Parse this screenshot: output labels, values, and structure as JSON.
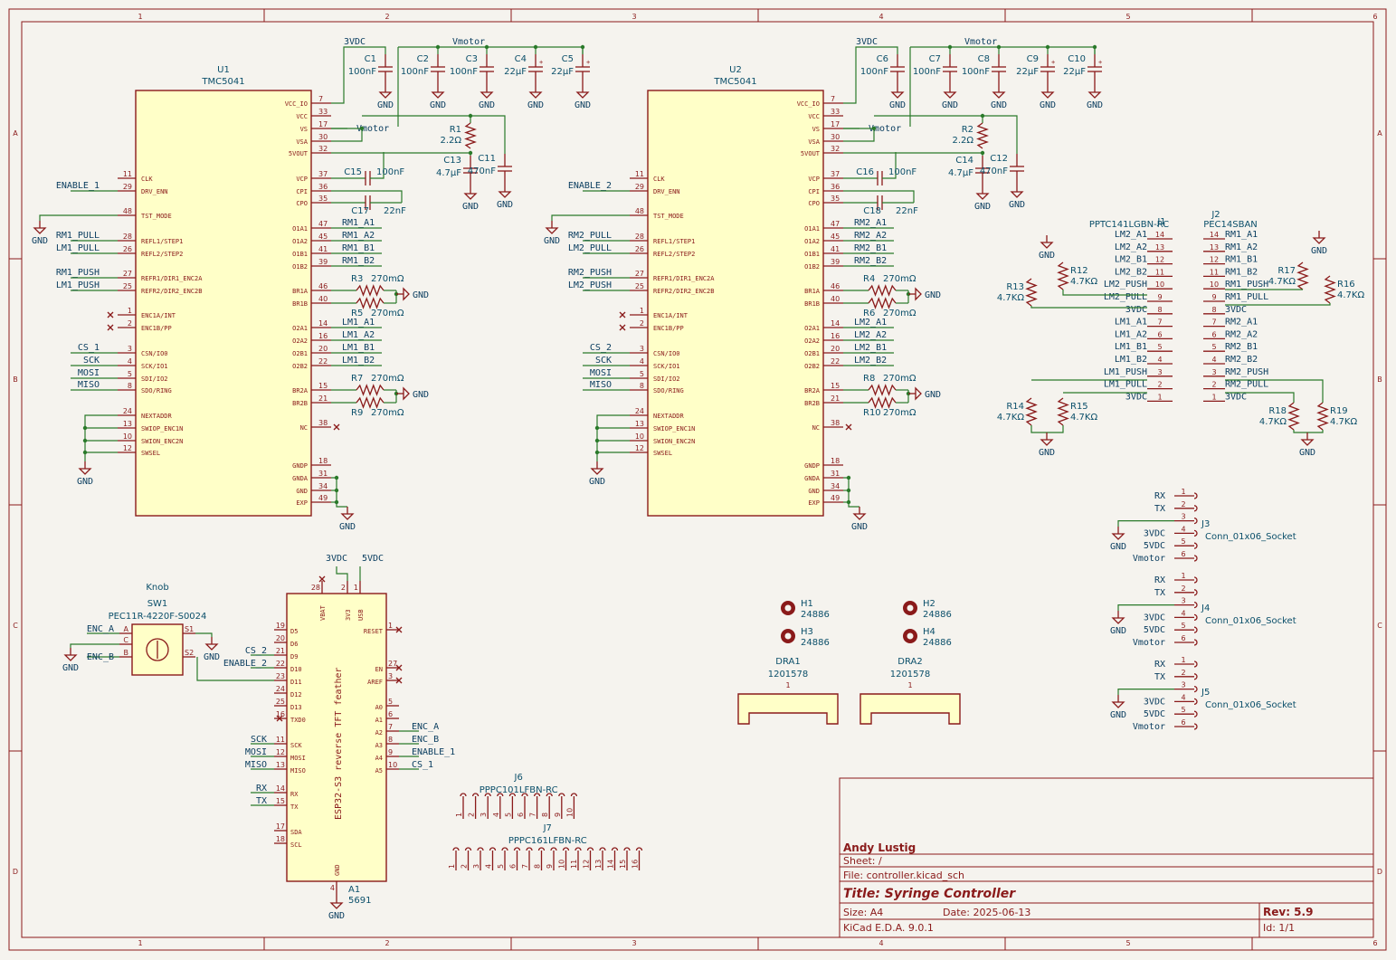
{
  "title_block": {
    "author": "Andy Lustig",
    "sheet_label": "Sheet: /",
    "file_label": "File: controller.kicad_sch",
    "title_label": "Title: Syringe Controller",
    "size_label": "Size: A4",
    "date_label": "Date: 2025-06-13",
    "rev_label": "Rev: 5.9",
    "tool_label": "KiCad E.D.A. 9.0.1",
    "id_label": "Id: 1/1"
  },
  "frame": {
    "cols": [
      "1",
      "2",
      "3",
      "4",
      "5",
      "6"
    ],
    "rows": [
      "A",
      "B",
      "C",
      "D"
    ]
  },
  "drivers": [
    {
      "ref": "U1",
      "value": "TMC5041",
      "power_net": "3VDC",
      "motor_net": "Vmotor",
      "vs_net": "Vmotor",
      "caps": [
        {
          "ref": "C1",
          "value": "100nF",
          "gnd": "GND"
        },
        {
          "ref": "C2",
          "value": "100nF",
          "gnd": "GND"
        },
        {
          "ref": "C3",
          "value": "100nF",
          "gnd": "GND"
        },
        {
          "ref": "C4",
          "value": "22µF",
          "gnd": "GND"
        },
        {
          "ref": "C5",
          "value": "22µF",
          "gnd": "GND"
        }
      ],
      "r1": {
        "ref": "R1",
        "value": "2.2Ω"
      },
      "c13": {
        "ref": "C13",
        "value": "4.7µF"
      },
      "c11": {
        "ref": "C11",
        "value": "470nF"
      },
      "c15": {
        "ref": "C15",
        "value": "100nF"
      },
      "c17": {
        "ref": "C17",
        "value": "22nF"
      },
      "sense": [
        {
          "ref": "R3",
          "value": "270mΩ"
        },
        {
          "ref": "R5",
          "value": "270mΩ"
        },
        {
          "ref": "R7",
          "value": "270mΩ"
        },
        {
          "ref": "R9",
          "value": "270mΩ"
        }
      ],
      "left_pins": [
        {
          "num": "11",
          "name": "CLK",
          "net": ""
        },
        {
          "num": "29",
          "name": "DRV_ENN",
          "net": "ENABLE_1"
        },
        {
          "num": "48",
          "name": "TST_MODE",
          "net": ""
        },
        {
          "num": "28",
          "name": "REFL1/STEP1",
          "net": "RM1_PULL"
        },
        {
          "num": "26",
          "name": "REFL2/STEP2",
          "net": "LM1_PULL"
        },
        {
          "num": "27",
          "name": "REFR1/DIR1_ENC2A",
          "net": "RM1_PUSH"
        },
        {
          "num": "25",
          "name": "REFR2/DIR2_ENC2B",
          "net": "LM1_PUSH"
        },
        {
          "num": "1",
          "name": "ENC1A/INT",
          "net": ""
        },
        {
          "num": "2",
          "name": "ENC1B/PP",
          "net": ""
        },
        {
          "num": "3",
          "name": "CSN/IO0",
          "net": "CS_1"
        },
        {
          "num": "4",
          "name": "SCK/IO1",
          "net": "SCK"
        },
        {
          "num": "5",
          "name": "SDI/IO2",
          "net": "MOSI"
        },
        {
          "num": "8",
          "name": "SDO/RING",
          "net": "MISO"
        },
        {
          "num": "24",
          "name": "NEXTADDR",
          "net": ""
        },
        {
          "num": "13",
          "name": "SWIOP_ENC1N",
          "net": ""
        },
        {
          "num": "10",
          "name": "SWION_ENC2N",
          "net": ""
        },
        {
          "num": "12",
          "name": "SWSEL",
          "net": ""
        }
      ],
      "right_pins": [
        {
          "num": "7",
          "name": "VCC_IO",
          "net": ""
        },
        {
          "num": "33",
          "name": "VCC",
          "net": ""
        },
        {
          "num": "17",
          "name": "VS",
          "net": "Vmotor"
        },
        {
          "num": "30",
          "name": "VSA",
          "net": ""
        },
        {
          "num": "32",
          "name": "5VOUT",
          "net": ""
        },
        {
          "num": "37",
          "name": "VCP",
          "net": ""
        },
        {
          "num": "36",
          "name": "CPI",
          "net": ""
        },
        {
          "num": "35",
          "name": "CPO",
          "net": ""
        },
        {
          "num": "47",
          "name": "O1A1",
          "net": "RM1_A1"
        },
        {
          "num": "45",
          "name": "O1A2",
          "net": "RM1_A2"
        },
        {
          "num": "41",
          "name": "O1B1",
          "net": "RM1_B1"
        },
        {
          "num": "39",
          "name": "O1B2",
          "net": "RM1_B2"
        },
        {
          "num": "46",
          "name": "BR1A",
          "net": ""
        },
        {
          "num": "40",
          "name": "BR1B",
          "net": ""
        },
        {
          "num": "14",
          "name": "O2A1",
          "net": "LM1_A1"
        },
        {
          "num": "16",
          "name": "O2A2",
          "net": "LM1_A2"
        },
        {
          "num": "20",
          "name": "O2B1",
          "net": "LM1_B1"
        },
        {
          "num": "22",
          "name": "O2B2",
          "net": "LM1_B2"
        },
        {
          "num": "15",
          "name": "BR2A",
          "net": ""
        },
        {
          "num": "21",
          "name": "BR2B",
          "net": ""
        },
        {
          "num": "38",
          "name": "NC",
          "net": ""
        },
        {
          "num": "18",
          "name": "GNDP",
          "net": ""
        },
        {
          "num": "31",
          "name": "GNDA",
          "net": ""
        },
        {
          "num": "34",
          "name": "GND",
          "net": ""
        },
        {
          "num": "49",
          "name": "EXP",
          "net": ""
        }
      ]
    },
    {
      "ref": "U2",
      "value": "TMC5041",
      "power_net": "3VDC",
      "motor_net": "Vmotor",
      "vs_net": "Vmotor",
      "caps": [
        {
          "ref": "C6",
          "value": "100nF",
          "gnd": "GND"
        },
        {
          "ref": "C7",
          "value": "100nF",
          "gnd": "GND"
        },
        {
          "ref": "C8",
          "value": "100nF",
          "gnd": "GND"
        },
        {
          "ref": "C9",
          "value": "22µF",
          "gnd": "GND"
        },
        {
          "ref": "C10",
          "value": "22µF",
          "gnd": "GND"
        }
      ],
      "r1": {
        "ref": "R2",
        "value": "2.2Ω"
      },
      "c13": {
        "ref": "C14",
        "value": "4.7µF"
      },
      "c11": {
        "ref": "C12",
        "value": "470nF"
      },
      "c15": {
        "ref": "C16",
        "value": "100nF"
      },
      "c17": {
        "ref": "C18",
        "value": "22nF"
      },
      "sense": [
        {
          "ref": "R4",
          "value": "270mΩ"
        },
        {
          "ref": "R6",
          "value": "270mΩ"
        },
        {
          "ref": "R8",
          "value": "270mΩ"
        },
        {
          "ref": "R10",
          "value": "270mΩ"
        }
      ],
      "left_pins": [
        {
          "num": "11",
          "name": "CLK",
          "net": ""
        },
        {
          "num": "29",
          "name": "DRV_ENN",
          "net": "ENABLE_2"
        },
        {
          "num": "48",
          "name": "TST_MODE",
          "net": ""
        },
        {
          "num": "28",
          "name": "REFL1/STEP1",
          "net": "RM2_PULL"
        },
        {
          "num": "26",
          "name": "REFL2/STEP2",
          "net": "LM2_PULL"
        },
        {
          "num": "27",
          "name": "REFR1/DIR1_ENC2A",
          "net": "RM2_PUSH"
        },
        {
          "num": "25",
          "name": "REFR2/DIR2_ENC2B",
          "net": "LM2_PUSH"
        },
        {
          "num": "1",
          "name": "ENC1A/INT",
          "net": ""
        },
        {
          "num": "2",
          "name": "ENC1B/PP",
          "net": ""
        },
        {
          "num": "3",
          "name": "CSN/IO0",
          "net": "CS_2"
        },
        {
          "num": "4",
          "name": "SCK/IO1",
          "net": "SCK"
        },
        {
          "num": "5",
          "name": "SDI/IO2",
          "net": "MOSI"
        },
        {
          "num": "8",
          "name": "SDO/RING",
          "net": "MISO"
        },
        {
          "num": "24",
          "name": "NEXTADDR",
          "net": ""
        },
        {
          "num": "13",
          "name": "SWIOP_ENC1N",
          "net": ""
        },
        {
          "num": "10",
          "name": "SWION_ENC2N",
          "net": ""
        },
        {
          "num": "12",
          "name": "SWSEL",
          "net": ""
        }
      ],
      "right_pins": [
        {
          "num": "7",
          "name": "VCC_IO",
          "net": ""
        },
        {
          "num": "33",
          "name": "VCC",
          "net": ""
        },
        {
          "num": "17",
          "name": "VS",
          "net": "Vmotor"
        },
        {
          "num": "30",
          "name": "VSA",
          "net": ""
        },
        {
          "num": "32",
          "name": "5VOUT",
          "net": ""
        },
        {
          "num": "37",
          "name": "VCP",
          "net": ""
        },
        {
          "num": "36",
          "name": "CPI",
          "net": ""
        },
        {
          "num": "35",
          "name": "CPO",
          "net": ""
        },
        {
          "num": "47",
          "name": "O1A1",
          "net": "RM2_A1"
        },
        {
          "num": "45",
          "name": "O1A2",
          "net": "RM2_A2"
        },
        {
          "num": "41",
          "name": "O1B1",
          "net": "RM2_B1"
        },
        {
          "num": "39",
          "name": "O1B2",
          "net": "RM2_B2"
        },
        {
          "num": "46",
          "name": "BR1A",
          "net": ""
        },
        {
          "num": "40",
          "name": "BR1B",
          "net": ""
        },
        {
          "num": "14",
          "name": "O2A1",
          "net": "LM2_A1"
        },
        {
          "num": "16",
          "name": "O2A2",
          "net": "LM2_A2"
        },
        {
          "num": "20",
          "name": "O2B1",
          "net": "LM2_B1"
        },
        {
          "num": "22",
          "name": "O2B2",
          "net": "LM2_B2"
        },
        {
          "num": "15",
          "name": "BR2A",
          "net": ""
        },
        {
          "num": "21",
          "name": "BR2B",
          "net": ""
        },
        {
          "num": "38",
          "name": "NC",
          "net": ""
        },
        {
          "num": "18",
          "name": "GNDP",
          "net": ""
        },
        {
          "num": "31",
          "name": "GNDA",
          "net": ""
        },
        {
          "num": "34",
          "name": "GND",
          "net": ""
        },
        {
          "num": "49",
          "name": "EXP",
          "net": ""
        }
      ]
    }
  ],
  "connectors_main": {
    "j1": {
      "ref": "J1",
      "value": "PPTC141LGBN-RC"
    },
    "j2": {
      "ref": "J2",
      "value": "PEC14SBAN"
    },
    "rows": [
      {
        "pin": "14",
        "left": "LM2_A1",
        "right": "RM1_A1"
      },
      {
        "pin": "13",
        "left": "LM2_A2",
        "right": "RM1_A2"
      },
      {
        "pin": "12",
        "left": "LM2_B1",
        "right": "RM1_B1"
      },
      {
        "pin": "11",
        "left": "LM2_B2",
        "right": "RM1_B2"
      },
      {
        "pin": "10",
        "left": "LM2_PUSH",
        "right": "RM1_PUSH"
      },
      {
        "pin": "9",
        "left": "LM2_PULL",
        "right": "RM1_PULL"
      },
      {
        "pin": "8",
        "left": "3VDC",
        "right": "3VDC"
      },
      {
        "pin": "7",
        "left": "LM1_A1",
        "right": "RM2_A1"
      },
      {
        "pin": "6",
        "left": "LM1_A2",
        "right": "RM2_A2"
      },
      {
        "pin": "5",
        "left": "LM1_B1",
        "right": "RM2_B1"
      },
      {
        "pin": "4",
        "left": "LM1_B2",
        "right": "RM2_B2"
      },
      {
        "pin": "3",
        "left": "LM1_PUSH",
        "right": "RM2_PUSH"
      },
      {
        "pin": "2",
        "left": "LM1_PULL",
        "right": "RM2_PULL"
      },
      {
        "pin": "1",
        "left": "3VDC",
        "right": "3VDC"
      }
    ],
    "pullups": [
      {
        "ref": "R13",
        "value": "4.7KΩ"
      },
      {
        "ref": "R12",
        "value": "4.7KΩ"
      },
      {
        "ref": "R17",
        "value": "4.7KΩ"
      },
      {
        "ref": "R16",
        "value": "4.7KΩ"
      },
      {
        "ref": "R14",
        "value": "4.7KΩ"
      },
      {
        "ref": "R15",
        "value": "4.7KΩ"
      },
      {
        "ref": "R18",
        "value": "4.7KΩ"
      },
      {
        "ref": "R19",
        "value": "4.7KΩ"
      }
    ]
  },
  "sockets": [
    {
      "ref": "J3",
      "value": "Conn_01x06_Socket",
      "pins": [
        "RX",
        "TX",
        "",
        "3VDC",
        "5VDC",
        "Vmotor"
      ]
    },
    {
      "ref": "J4",
      "value": "Conn_01x06_Socket",
      "pins": [
        "RX",
        "TX",
        "",
        "3VDC",
        "5VDC",
        "Vmotor"
      ]
    },
    {
      "ref": "J5",
      "value": "Conn_01x06_Socket",
      "pins": [
        "RX",
        "TX",
        "",
        "3VDC",
        "5VDC",
        "Vmotor"
      ]
    }
  ],
  "mcu": {
    "ref": "A1",
    "value": "5691",
    "name": "ESP32-S3 reverse TFT feather",
    "top_pins": [
      {
        "num": "28",
        "name": "VBAT"
      },
      {
        "num": "2",
        "name": "3V3"
      },
      {
        "num": "1",
        "name": "USB"
      }
    ],
    "top_nets": [
      "3VDC",
      "5VDC"
    ],
    "left_pins": [
      {
        "num": "19",
        "name": "D5",
        "net": ""
      },
      {
        "num": "20",
        "name": "D6",
        "net": ""
      },
      {
        "num": "21",
        "name": "D9",
        "net": "CS_2"
      },
      {
        "num": "22",
        "name": "D10",
        "net": "ENABLE_2"
      },
      {
        "num": "23",
        "name": "D11",
        "net": ""
      },
      {
        "num": "24",
        "name": "D12",
        "net": ""
      },
      {
        "num": "25",
        "name": "D13",
        "net": ""
      },
      {
        "num": "16",
        "name": "TXD0",
        "net": ""
      },
      {
        "num": "11",
        "name": "SCK",
        "net": "SCK"
      },
      {
        "num": "12",
        "name": "MOSI",
        "net": "MOSI"
      },
      {
        "num": "13",
        "name": "MISO",
        "net": "MISO"
      },
      {
        "num": "14",
        "name": "RX",
        "net": "RX"
      },
      {
        "num": "15",
        "name": "TX",
        "net": "TX"
      },
      {
        "num": "17",
        "name": "SDA",
        "net": ""
      },
      {
        "num": "18",
        "name": "SCL",
        "net": ""
      }
    ],
    "right_pins": [
      {
        "num": "1",
        "name": "RESET",
        "net": ""
      },
      {
        "num": "27",
        "name": "EN",
        "net": ""
      },
      {
        "num": "3",
        "name": "AREF",
        "net": ""
      },
      {
        "num": "5",
        "name": "A0",
        "net": ""
      },
      {
        "num": "6",
        "name": "A1",
        "net": ""
      },
      {
        "num": "7",
        "name": "A2",
        "net": "ENC_A"
      },
      {
        "num": "8",
        "name": "A3",
        "net": "ENC_B"
      },
      {
        "num": "9",
        "name": "A4",
        "net": "ENABLE_1"
      },
      {
        "num": "10",
        "name": "A5",
        "net": "CS_1"
      }
    ],
    "gnd_pin": {
      "num": "4",
      "name": "GND",
      "net": "GND"
    }
  },
  "knob": {
    "ref": "SW1",
    "value": "PEC11R-4220F-S0024",
    "label": "Knob",
    "nets": [
      "ENC_A",
      "ENC_B"
    ],
    "pins": [
      "A",
      "C",
      "B",
      "S1",
      "S2"
    ]
  },
  "holes": [
    {
      "ref": "H1",
      "value": "24886"
    },
    {
      "ref": "H2",
      "value": "24886"
    },
    {
      "ref": "H3",
      "value": "24886"
    },
    {
      "ref": "H4",
      "value": "24886"
    }
  ],
  "rails": [
    {
      "ref": "DRA1",
      "value": "1201578",
      "pin": "1"
    },
    {
      "ref": "DRA2",
      "value": "1201578",
      "pin": "1"
    }
  ],
  "headers": [
    {
      "ref": "J6",
      "value": "PPPC101LFBN-RC",
      "count": 10
    },
    {
      "ref": "J7",
      "value": "PPPC161LFBN-RC",
      "count": 16
    }
  ],
  "labels": {
    "gnd": "GND",
    "nc": "NC"
  }
}
